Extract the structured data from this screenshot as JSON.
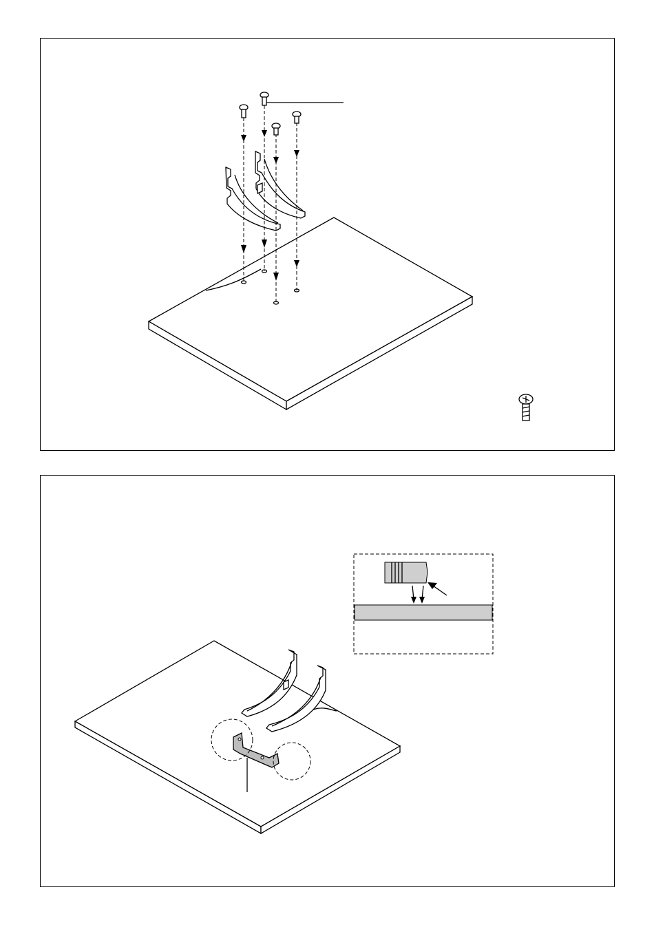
{
  "document": {
    "panels": [
      {
        "id": "step-1",
        "parts": [
          "shelf-panel",
          "bracket",
          "bracket",
          "screw",
          "screw",
          "screw",
          "screw"
        ],
        "callout_icons": [
          "screw-icon"
        ]
      },
      {
        "id": "step-2",
        "parts": [
          "shelf-panel",
          "bracket",
          "bracket",
          "clip"
        ],
        "callout_icons": [
          "detail-inset"
        ]
      }
    ]
  }
}
